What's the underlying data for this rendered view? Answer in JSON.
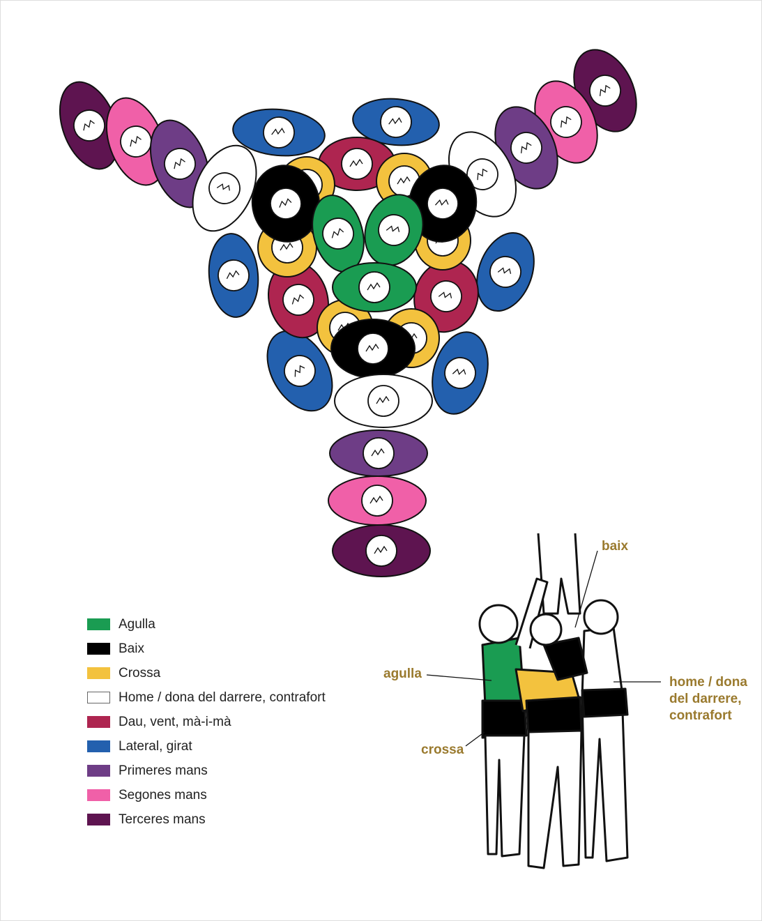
{
  "legend": [
    {
      "label": "Agulla",
      "color": "#1a9c52"
    },
    {
      "label": "Baix",
      "color": "#000000"
    },
    {
      "label": "Crossa",
      "color": "#f3c23e"
    },
    {
      "label": "Home / dona del darrere, contrafort",
      "color": "#ffffff"
    },
    {
      "label": "Dau, vent, mà-i-mà",
      "color": "#ae2550"
    },
    {
      "label": "Lateral, girat",
      "color": "#2360ae"
    },
    {
      "label": "Primeres mans",
      "color": "#6e3d86"
    },
    {
      "label": "Segones mans",
      "color": "#f060a8"
    },
    {
      "label": "Terceres mans",
      "color": "#5e1450"
    }
  ],
  "illustration_labels": {
    "baix": "baix",
    "agulla": "agulla",
    "crossa": "crossa",
    "home_line1": "home / dona",
    "home_line2": "del darrere,",
    "home_line3": "contrafort"
  },
  "label_color": "#9a7a2e"
}
